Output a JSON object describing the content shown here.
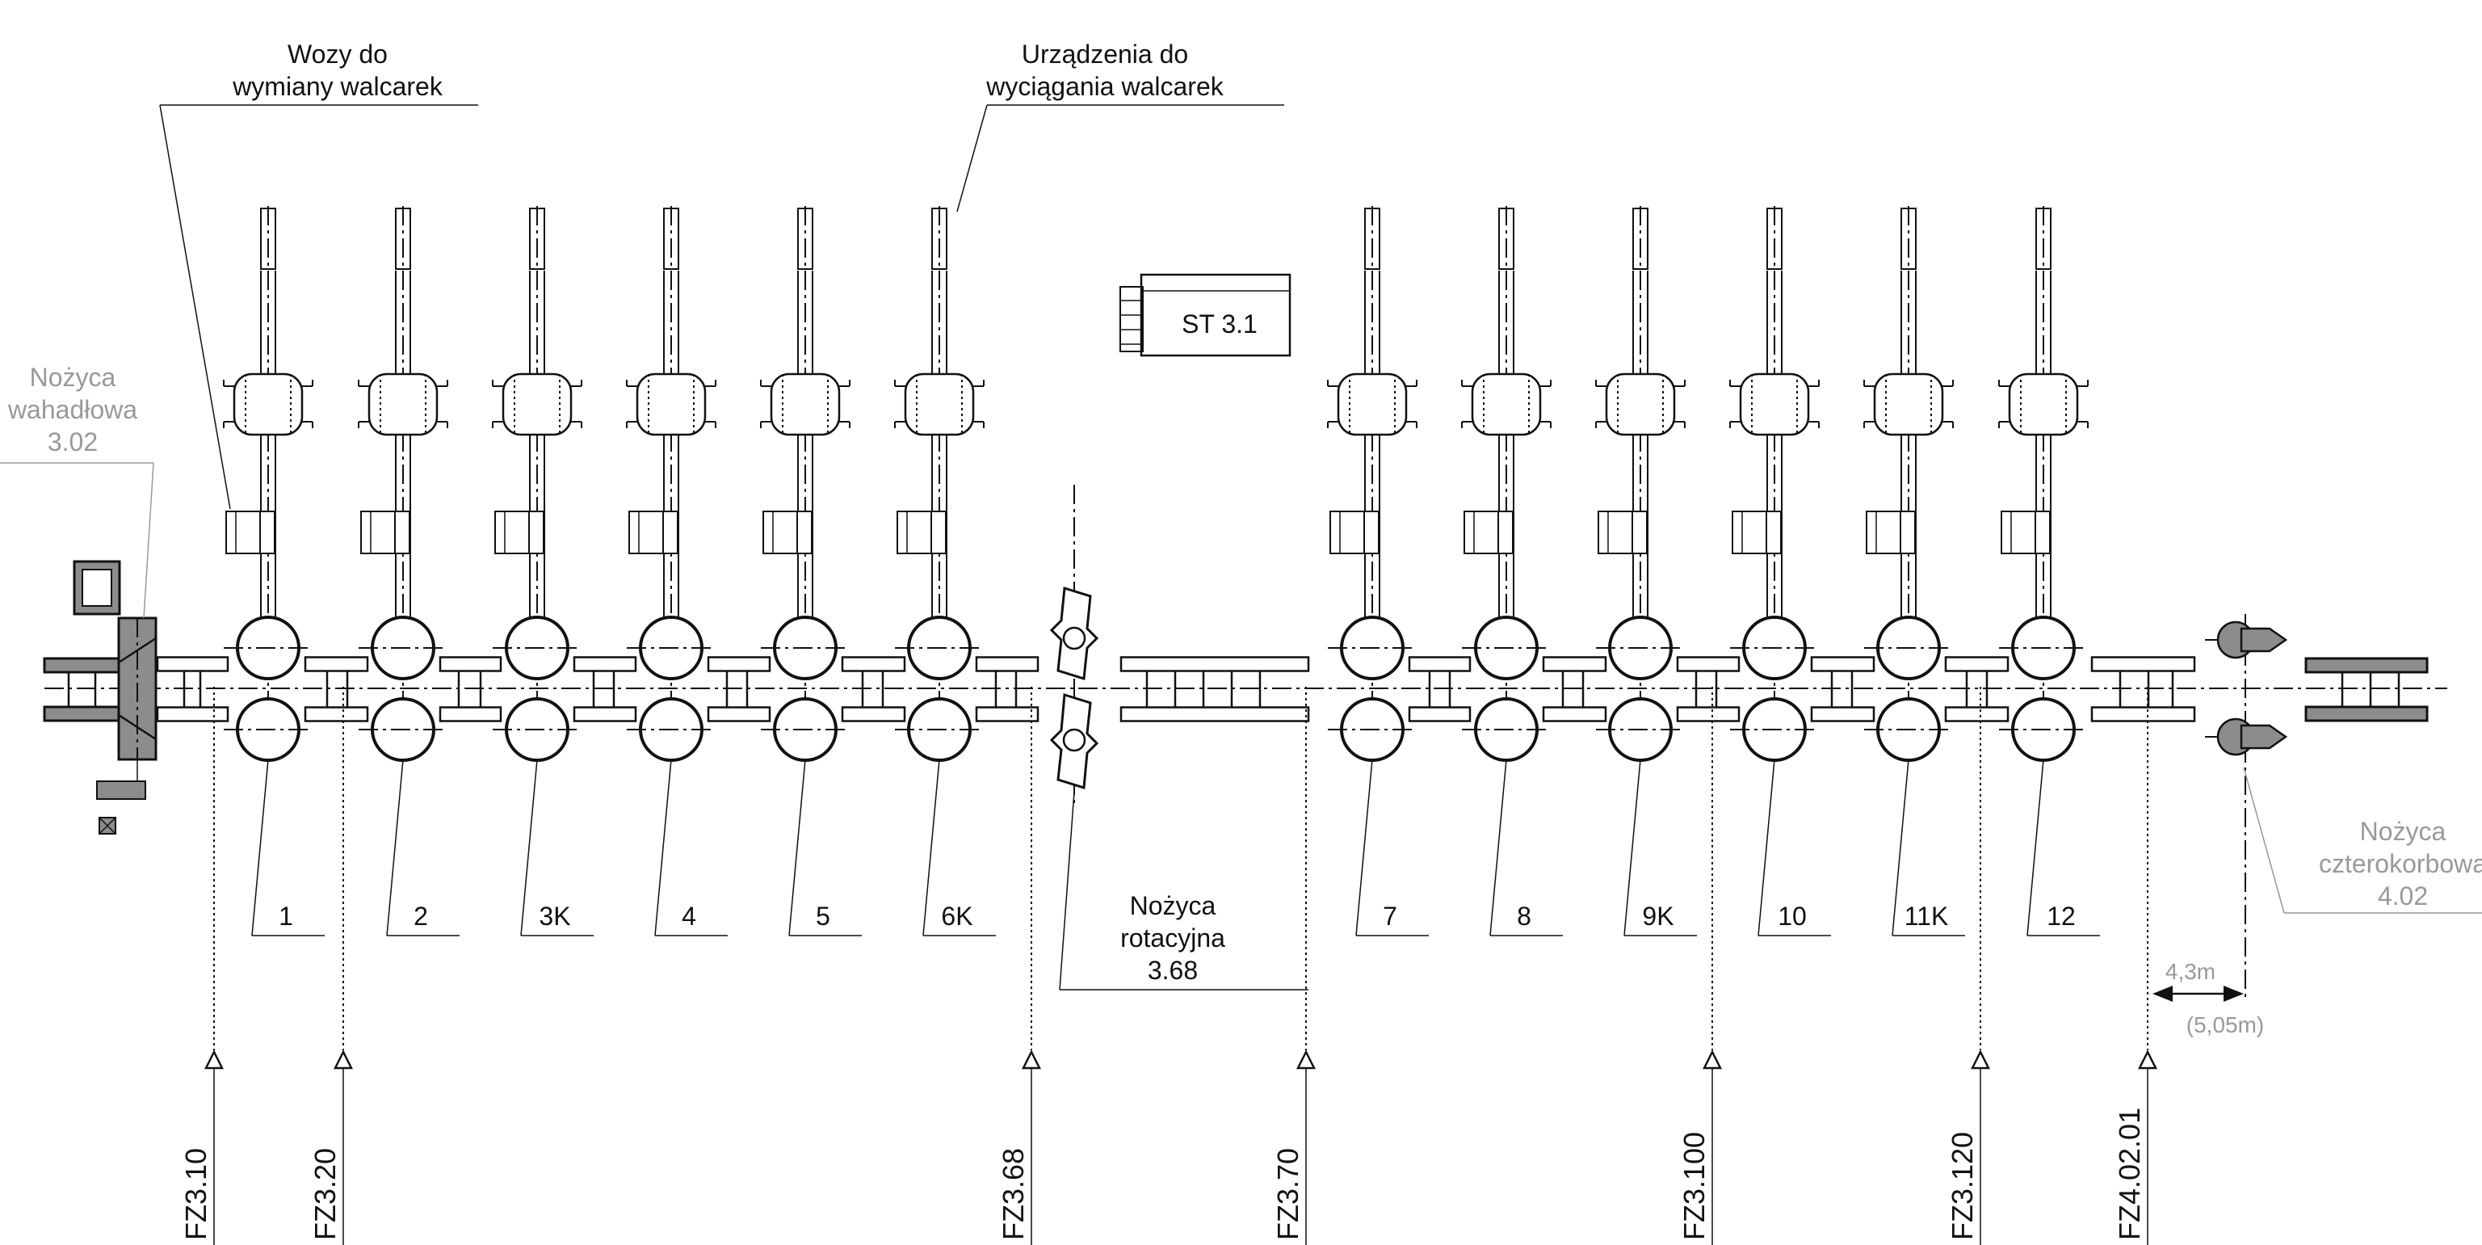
{
  "callouts": {
    "wozy_line1": "Wozy do",
    "wozy_line2": "wymiany walcarek",
    "urz_line1": "Urządzenia do",
    "urz_line2": "wyciągania walcarek",
    "nozyca_wahadlowa_line1": "Nożyca",
    "nozyca_wahadlowa_line2": "wahadłowa",
    "nozyca_wahadlowa_line3": "3.02",
    "nozyca_rotacyjna_line1": "Nożyca",
    "nozyca_rotacyjna_line2": "rotacyjna",
    "nozyca_rotacyjna_line3": "3.68",
    "nozyca_czterokorbowa_line1": "Nożyca",
    "nozyca_czterokorbowa_line2": "czterokorbowa",
    "nozyca_czterokorbowa_line3": "4.02"
  },
  "station_box": "ST 3.1",
  "stands": [
    "1",
    "2",
    "3K",
    "4",
    "5",
    "6K",
    "7",
    "8",
    "9K",
    "10",
    "11K",
    "12"
  ],
  "sensors": [
    "FZ3.10",
    "FZ3.20",
    "FZ3.68",
    "FZ3.70",
    "FZ3.100",
    "FZ3.120",
    "FZ4.02.01"
  ],
  "dimension": {
    "value": "4,3m",
    "alt_value": "(5,05m)"
  },
  "colors": {
    "line": "#111111",
    "shear_fill": "#8c8c8c",
    "gray_text": "#999999"
  }
}
